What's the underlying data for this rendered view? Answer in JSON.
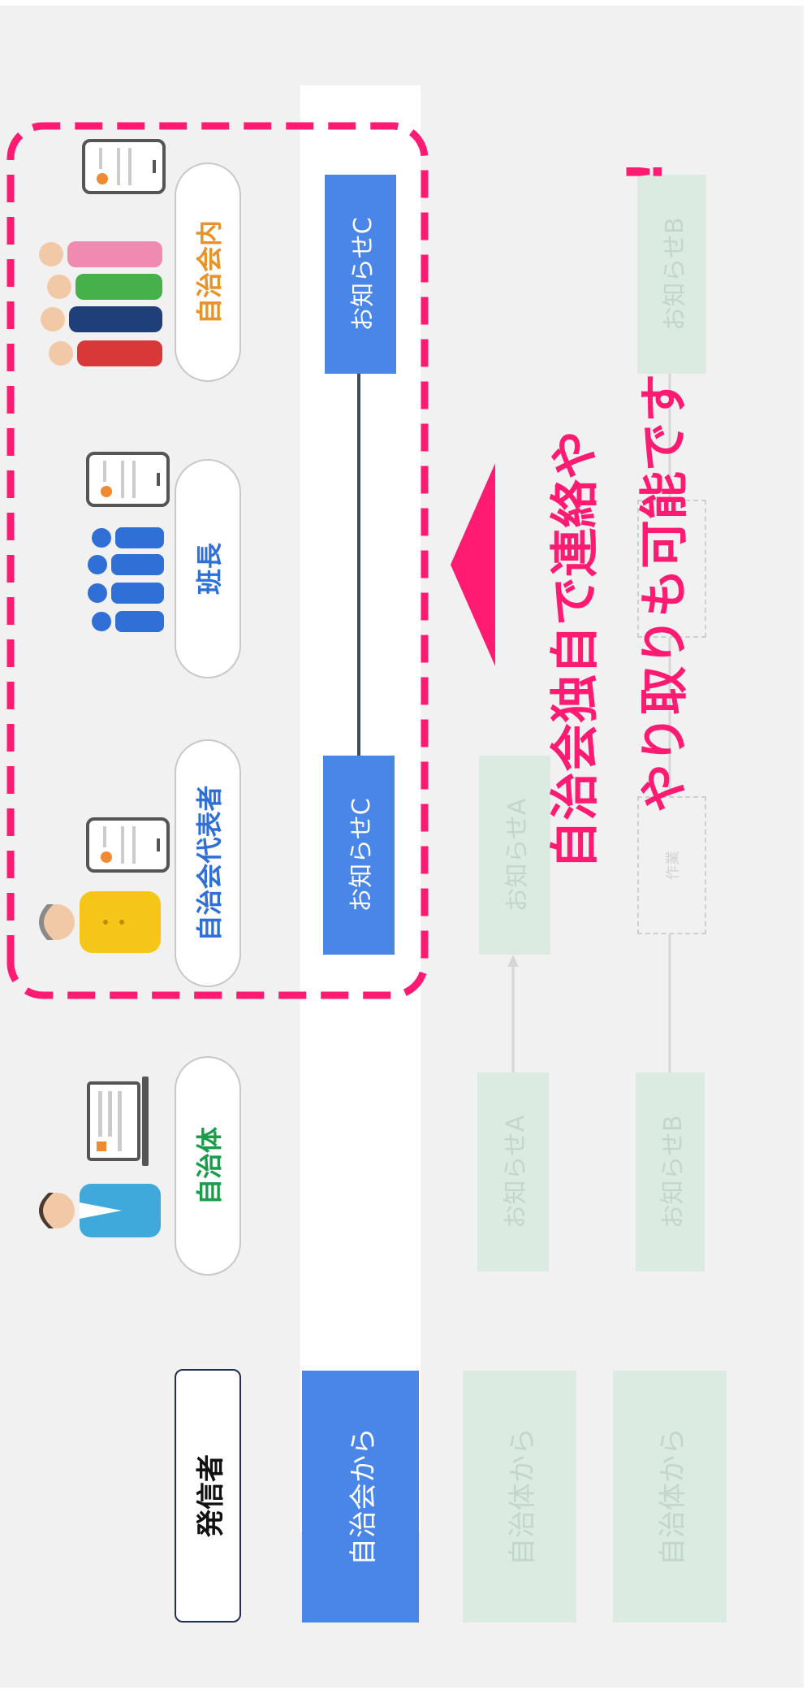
{
  "sender_label": "発信者",
  "roles": {
    "municipality": "自治体",
    "representative": "自治会代表者",
    "team_leader": "班長",
    "members": "自治会内"
  },
  "rows": {
    "association_row_label": "自治会から",
    "municipality_row_a_label": "自治体から",
    "municipality_row_b_label": "自治体から"
  },
  "notices": {
    "c_start": "お知らせC",
    "c_end": "お知らせC",
    "a_start": "お知らせA",
    "a_mid": "お知らせA",
    "b_start": "お知らせB",
    "b_end": "お知らせB",
    "work_label": "作業"
  },
  "headline": {
    "line1": "自治会独自で連絡や",
    "line2": "やり取りも可能です",
    "exclaim": "!"
  },
  "colors": {
    "accent_blue": "#4a86e8",
    "highlight_pink": "#ff1a72",
    "municipality_green": "#1a9c4a",
    "representative_blue": "#2f6fd6",
    "members_orange": "#e8922a",
    "ghost_green": "#dcebe2"
  },
  "icons": [
    "municipality-officer-icon",
    "laptop-icon",
    "representative-person-icon",
    "smartphone-icon",
    "team-leader-group-icon",
    "community-members-icon"
  ]
}
